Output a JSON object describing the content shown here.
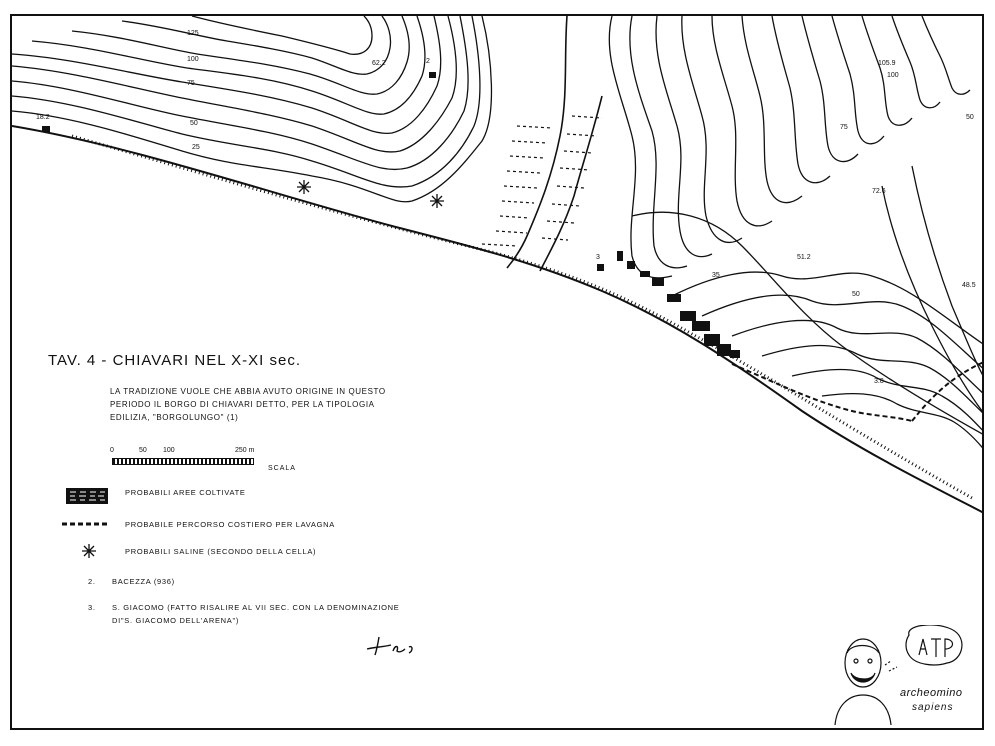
{
  "map": {
    "title": "TAV. 4 - CHIAVARI NEL X-XI sec.",
    "description": [
      "LA TRADIZIONE VUOLE CHE ABBIA AVUTO ORIGINE IN QUESTO",
      "PERIODO IL BORGO DI CHIAVARI DETTO, PER LA TIPOLOGIA",
      "EDILIZIA, \"BORGOLUNGO\" (1)"
    ],
    "scale": {
      "ticks": [
        "0",
        "50",
        "100",
        "250 m"
      ],
      "label": "SCALA"
    },
    "legend": [
      {
        "symbol": "cultivated-areas-icon",
        "text": "PROBABILI AREE COLTIVATE"
      },
      {
        "symbol": "coastal-path-icon",
        "text": "PROBABILE PERCORSO COSTIERO PER LAVAGNA"
      },
      {
        "symbol": "salt-pans-icon",
        "text": "PROBABILI SALINE (SECONDO DELLA CELLA)"
      }
    ],
    "notes": [
      {
        "num": "2.",
        "lines": [
          "BACEZZA (936)"
        ]
      },
      {
        "num": "3.",
        "lines": [
          "S. GIACOMO (FATTO RISALIRE AL VII SEC. CON LA DENOMINAZIONE",
          "DI\"S. GIACOMO DELL'ARENA\")"
        ]
      }
    ],
    "elevations": [
      "125",
      "100",
      "75",
      "50",
      "25",
      "18.2",
      "62.2",
      "105.9",
      "100",
      "50",
      "75",
      "72.6",
      "51.2",
      "50",
      "48.5",
      "35",
      "3.8"
    ],
    "place_numbers": [
      "2",
      "3"
    ],
    "signature": "Tes"
  },
  "logo": {
    "bubble": "ATP",
    "name_line1": "archeomino",
    "name_line2": "sapiens"
  }
}
